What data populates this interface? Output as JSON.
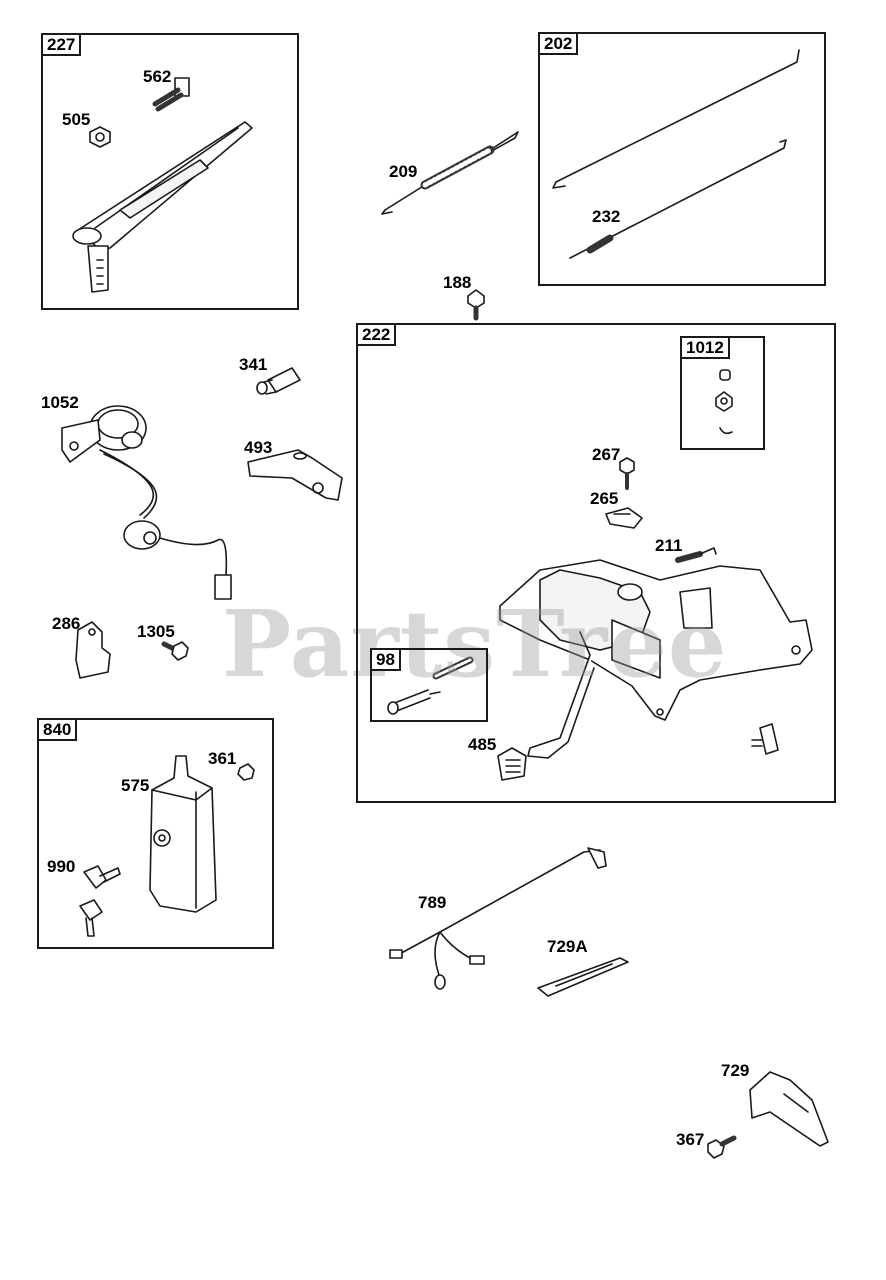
{
  "watermark": "PartsTree",
  "groups": [
    {
      "id": "g227",
      "label": "227"
    },
    {
      "id": "g202",
      "label": "202"
    },
    {
      "id": "g222",
      "label": "222"
    },
    {
      "id": "g1012",
      "label": "1012"
    },
    {
      "id": "g98",
      "label": "98"
    },
    {
      "id": "g840",
      "label": "840"
    }
  ],
  "parts": {
    "p562": "562",
    "p505": "505",
    "p209": "209",
    "p232": "232",
    "p188": "188",
    "p341": "341",
    "p1052": "1052",
    "p493": "493",
    "p267": "267",
    "p265": "265",
    "p211": "211",
    "p286": "286",
    "p1305": "1305",
    "p485": "485",
    "p361": "361",
    "p575": "575",
    "p990": "990",
    "p789": "789",
    "p729A": "729A",
    "p729": "729",
    "p367": "367"
  }
}
